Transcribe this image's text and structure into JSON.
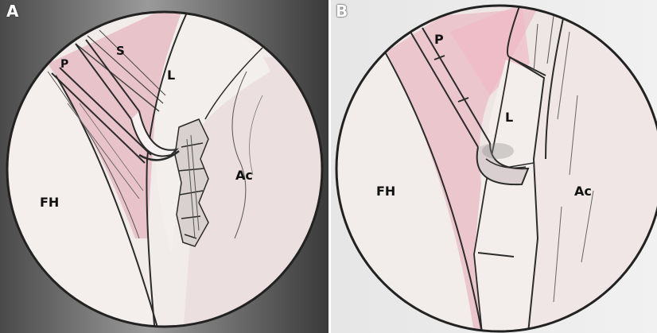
{
  "colors": {
    "frame_dark": "#3d3d3d",
    "frame_light": "#ececec",
    "pink_tissue": "#ecc4cb",
    "bone_pale": "#f2ece9",
    "acetabulum": "#ebe1e0",
    "outline": "#2b2b2b"
  },
  "panels": [
    {
      "letter": "A",
      "labels": {
        "p": "P",
        "s": "S",
        "l": "L",
        "ac": "Ac",
        "fh": "FH"
      }
    },
    {
      "letter": "B",
      "labels": {
        "p": "P",
        "l": "L",
        "ac": "Ac",
        "fh": "FH"
      }
    }
  ]
}
